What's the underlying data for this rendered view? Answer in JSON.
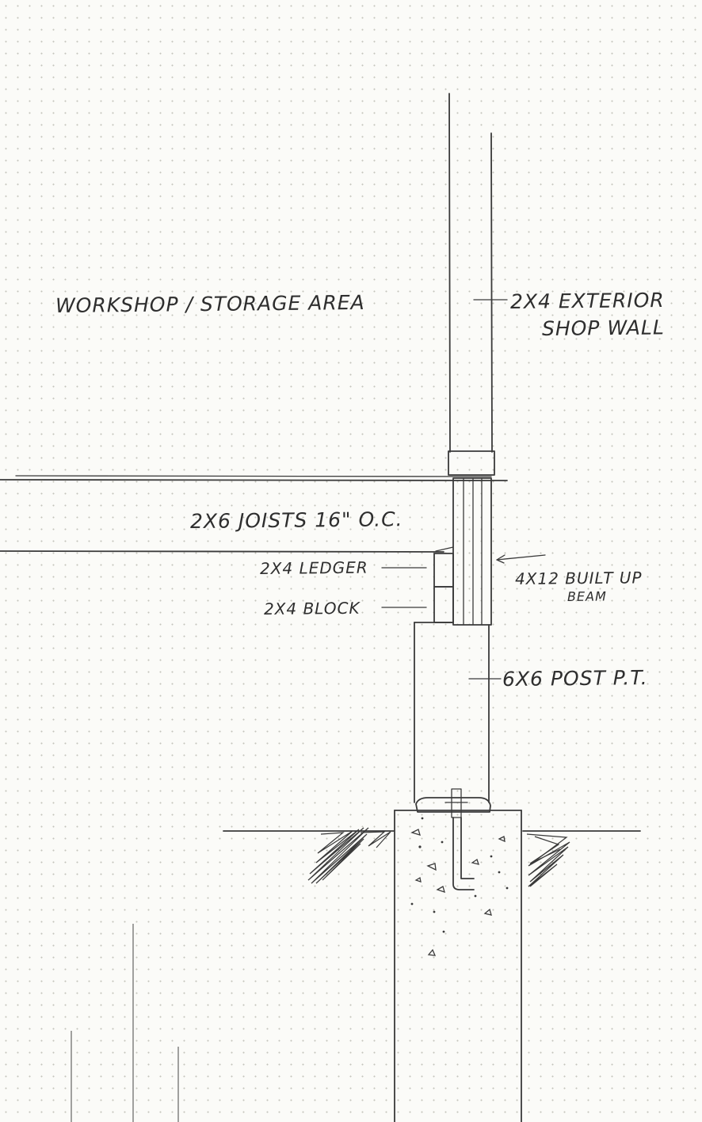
{
  "labels": {
    "area": "WORKSHOP / STORAGE AREA",
    "wall_line1": "2X4 EXTERIOR",
    "wall_line2": "SHOP WALL",
    "joists": "2X6 JOISTS 16\" O.C.",
    "ledger": "2X4 LEDGER",
    "block": "2X4 BLOCK",
    "beam_line1": "4X12 BUILT UP",
    "beam_line2": "BEAM",
    "post": "6X6 POST P.T."
  }
}
